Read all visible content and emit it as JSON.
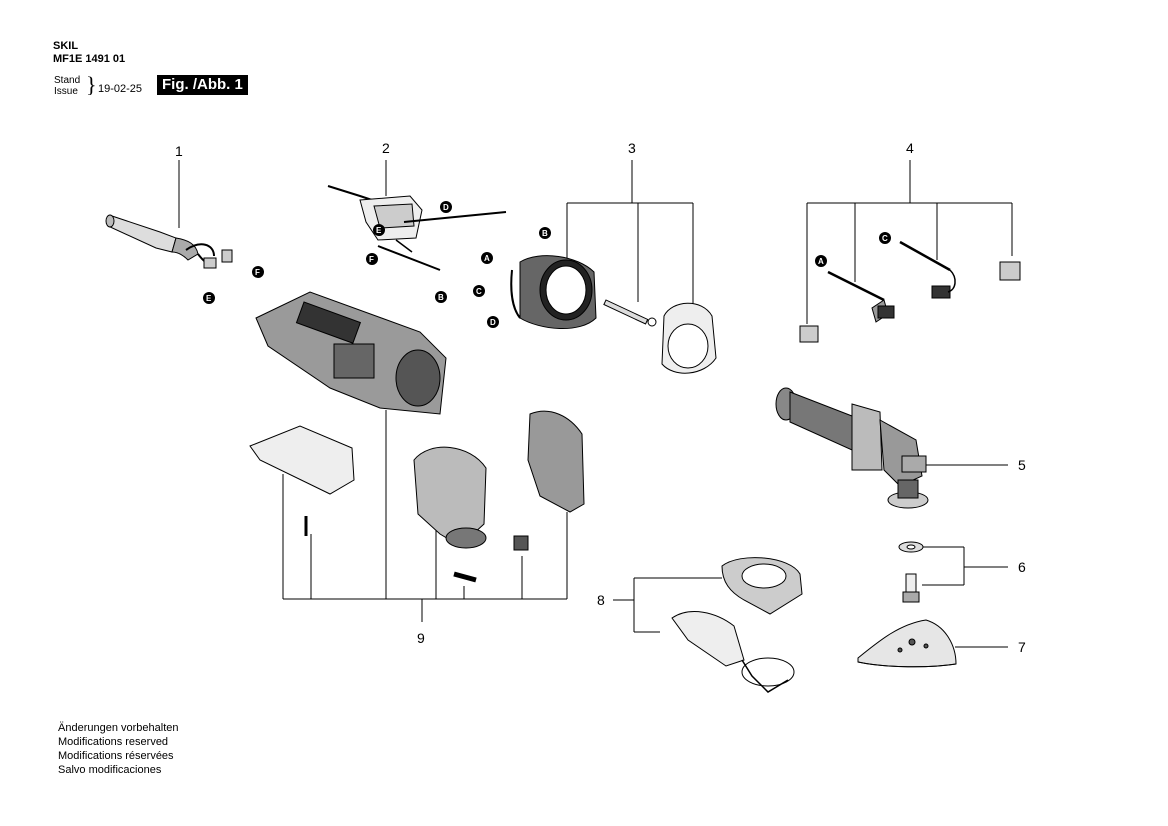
{
  "header": {
    "brand": "SKIL",
    "model": "MF1E 1491 01",
    "stand_label": "Stand",
    "issue_label": "Issue",
    "brace": "}",
    "date": "19-02-25",
    "figure_label": "Fig. /Abb. 1"
  },
  "footnotes": [
    "Änderungen vorbehalten",
    "Modifications reserved",
    "Modifications réservées",
    "Salvo modificaciones"
  ],
  "part_numbers": [
    "1",
    "2",
    "3",
    "4",
    "5",
    "6",
    "7",
    "8",
    "9"
  ],
  "connector_letters": {
    "A": "A",
    "B": "B",
    "C": "C",
    "D": "D",
    "E": "E",
    "F": "F"
  }
}
